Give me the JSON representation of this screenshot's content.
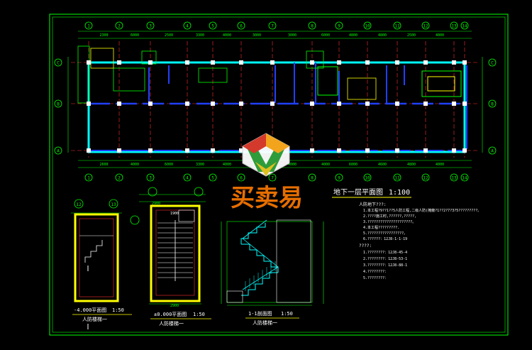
{
  "drawing": {
    "main_title": "地下一层平面图",
    "main_scale": "1:100",
    "stair_plan_1_title": "-4.000平面图",
    "stair_plan_1_scale": "1:50",
    "stair_plan_1_name": "人防楼梯一",
    "stair_plan_2_title": "±0.000平面图",
    "stair_plan_2_scale": "1:50",
    "stair_plan_2_name": "人防楼梯一",
    "section_title": "1-1剖面图",
    "section_scale": "1:50",
    "section_name": "人防楼梯一",
    "notes_heading": "人防地下???:",
    "notes": [
      "1.本工程?9??1??5人防工程,二级人防(掩蔽?1??2?7?3?5?????????。",
      "2.????施工时,??????,?????,",
      "3.?????????????????????。",
      "4.本工程?????????.",
      "5.?????????????????。",
      "6.??????：12J8-1-1-19"
    ],
    "refs_heading": "????:",
    "refs": [
      "1.????????：12J8-45-4",
      "2.????????：12J8-53-1",
      "3.????????：12J8-88-1",
      "4.????????：",
      "5.????????："
    ],
    "watermark_text": "买卖易",
    "axis_numbers": [
      "1",
      "2",
      "3",
      "4",
      "5",
      "6",
      "7",
      "8",
      "9",
      "10",
      "11",
      "12",
      "13",
      "14"
    ],
    "axis_letters": [
      "A",
      "B",
      "C"
    ],
    "top_dims": [
      "2300",
      "6000",
      "2500",
      "3300",
      "4000",
      "3000",
      "3000",
      "6000",
      "4800",
      "4800",
      "2500",
      "4000"
    ],
    "bottom_dims": [
      "2600",
      "4000",
      "6000",
      "3300",
      "4000",
      "6000",
      "4000",
      "4000",
      "6000",
      "4600",
      "4800",
      "4000"
    ],
    "stair_top_dims": [
      "12",
      "13"
    ],
    "stair_dim_labels": [
      "2900",
      "1900",
      "2900"
    ],
    "colors": {
      "background": "#000000",
      "wall_cyan": "#00ffff",
      "dim_green": "#00ff00",
      "axis_red": "#ff3030",
      "wall_blue": "#2040ff",
      "stair_yellow": "#ffff00",
      "text_white": "#ffffff",
      "magenta": "#ff00ff",
      "watermark_orange": "#ff7a00"
    }
  }
}
